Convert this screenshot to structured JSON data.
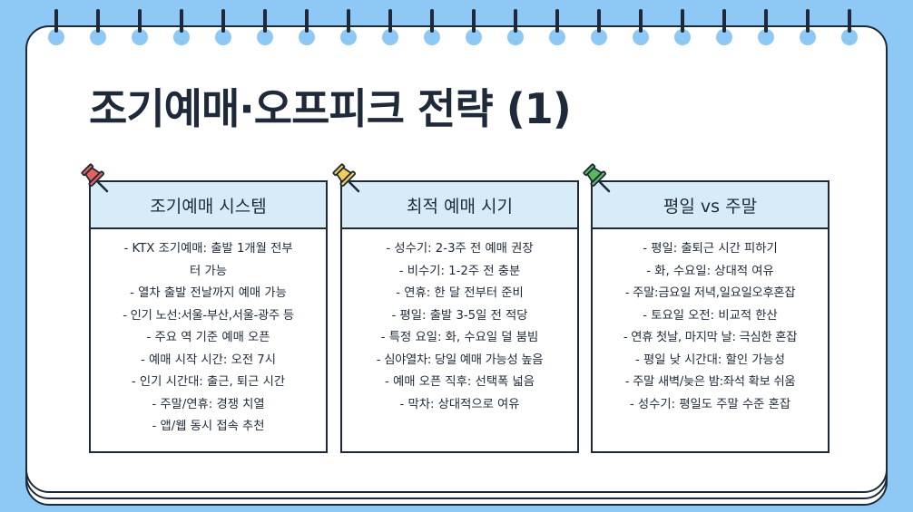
{
  "title": "조기예매·오프피크 전략 (1)",
  "colors": {
    "background": "#8ec9f5",
    "ink": "#1e2a3a",
    "header_fill": "#d8ecf8",
    "pin_red": "#e8605a",
    "pin_yellow": "#f2cf5b",
    "pin_green": "#5cb85c"
  },
  "cards": [
    {
      "heading": "조기예매 시스템",
      "pin": "red-pushpin-icon",
      "lines": [
        "- KTX 조기예매: 출발 1개월 전부",
        "터 가능",
        "- 열차 출발 전날까지 예매 가능",
        "- 인기 노선:서울-부산,서울-광주 등",
        "- 주요 역 기준 예매 오픈",
        "- 예매 시작 시간: 오전 7시",
        "- 인기 시간대: 출근, 퇴근 시간",
        "- 주말/연휴: 경쟁 치열",
        "- 앱/웹 동시 접속 추천"
      ]
    },
    {
      "heading": "최적 예매 시기",
      "pin": "yellow-pushpin-icon",
      "lines": [
        "- 성수기: 2-3주 전 예매 권장",
        "- 비수기: 1-2주 전 충분",
        "- 연휴: 한 달 전부터 준비",
        "- 평일: 출발 3-5일 전 적당",
        "- 특정 요일: 화, 수요일 덜 붐빔",
        "- 심야열차: 당일 예매 가능성 높음",
        "- 예매 오픈 직후: 선택폭 넓음",
        "- 막차: 상대적으로 여유"
      ]
    },
    {
      "heading": "평일 vs 주말",
      "pin": "green-pushpin-icon",
      "lines": [
        "- 평일: 출퇴근 시간 피하기",
        "- 화, 수요일: 상대적 여유",
        "- 주말:금요일 저녁,일요일오후혼잡",
        "- 토요일 오전: 비교적 한산",
        "- 연휴 첫날, 마지막 날: 극심한 혼잡",
        "- 평일 낮 시간대: 할인 가능성",
        "- 주말 새벽/늦은 밤:좌석 확보 쉬움",
        "- 성수기: 평일도 주말 수준 혼잡"
      ]
    }
  ]
}
